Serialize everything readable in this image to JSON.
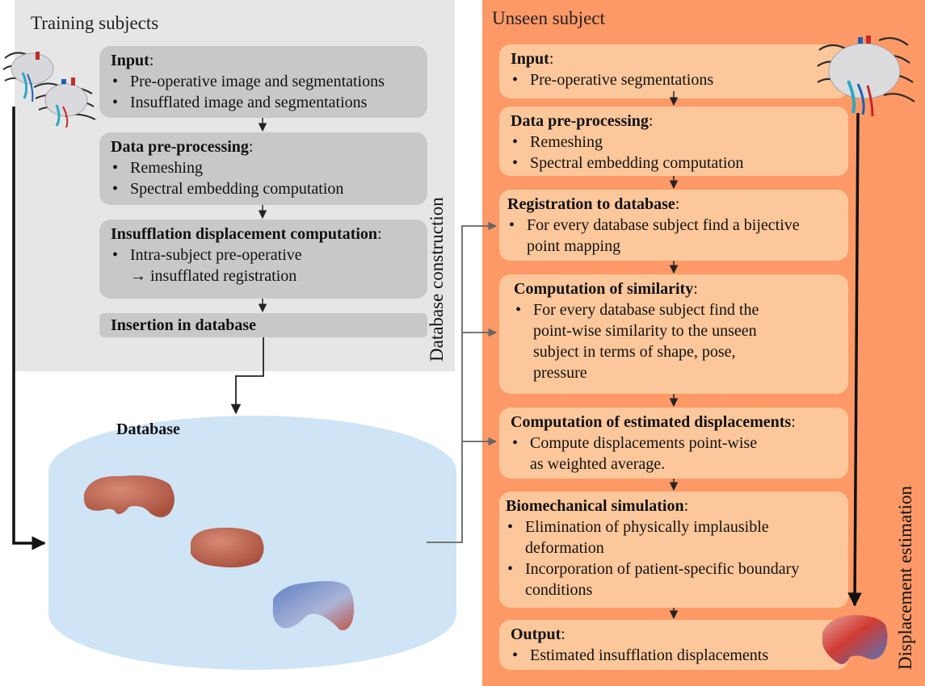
{
  "training": {
    "title": "Training subjects",
    "side_label": "Database construction",
    "input": {
      "title": "Input",
      "items": [
        "Pre-operative image and segmentations",
        "Insufflated image and segmentations"
      ]
    },
    "preprocessing": {
      "title": "Data pre-processing",
      "items": [
        "Remeshing",
        "Spectral embedding computation"
      ]
    },
    "displacement": {
      "title": "Insufflation displacement computation",
      "item_line1": "Intra-subject pre-operative",
      "item_line2": "→ insufflated registration"
    },
    "insertion": {
      "title": "Insertion in database"
    }
  },
  "database": {
    "title": "Database"
  },
  "unseen": {
    "title": "Unseen subject",
    "side_label": "Displacement estimation",
    "input": {
      "title": "Input",
      "items": [
        "Pre-operative segmentations"
      ]
    },
    "preprocessing": {
      "title": "Data pre-processing",
      "items": [
        "Remeshing",
        "Spectral embedding computation"
      ]
    },
    "registration": {
      "title": "Registration to database",
      "item_line1": "For every database subject find a bijective",
      "item_line2": "point mapping"
    },
    "similarity": {
      "title": "Computation of similarity",
      "item_line1": "For every database subject find the",
      "item_line2": "point-wise similarity to the unseen",
      "item_line3": "subject in terms of shape, pose,",
      "item_line4": "pressure"
    },
    "estimated": {
      "title": "Computation of estimated displacements",
      "item_line1": "Compute displacements point-wise",
      "item_line2": "as weighted average."
    },
    "biomech": {
      "title": "Biomechanical simulation",
      "item1_line1": "Elimination of physically implausible",
      "item1_line2": "deformation",
      "item2_line1": "Incorporation of patient-specific boundary",
      "item2_line2": "conditions"
    },
    "output": {
      "title": "Output",
      "items": [
        "Estimated insufflation displacements"
      ]
    }
  },
  "colors": {
    "training_bg": "#e6e6e6",
    "training_box": "#c8c8c8",
    "unseen_bg": "#fc9966",
    "unseen_box": "#fcc79a",
    "database_bg": "#cfe5f5"
  }
}
